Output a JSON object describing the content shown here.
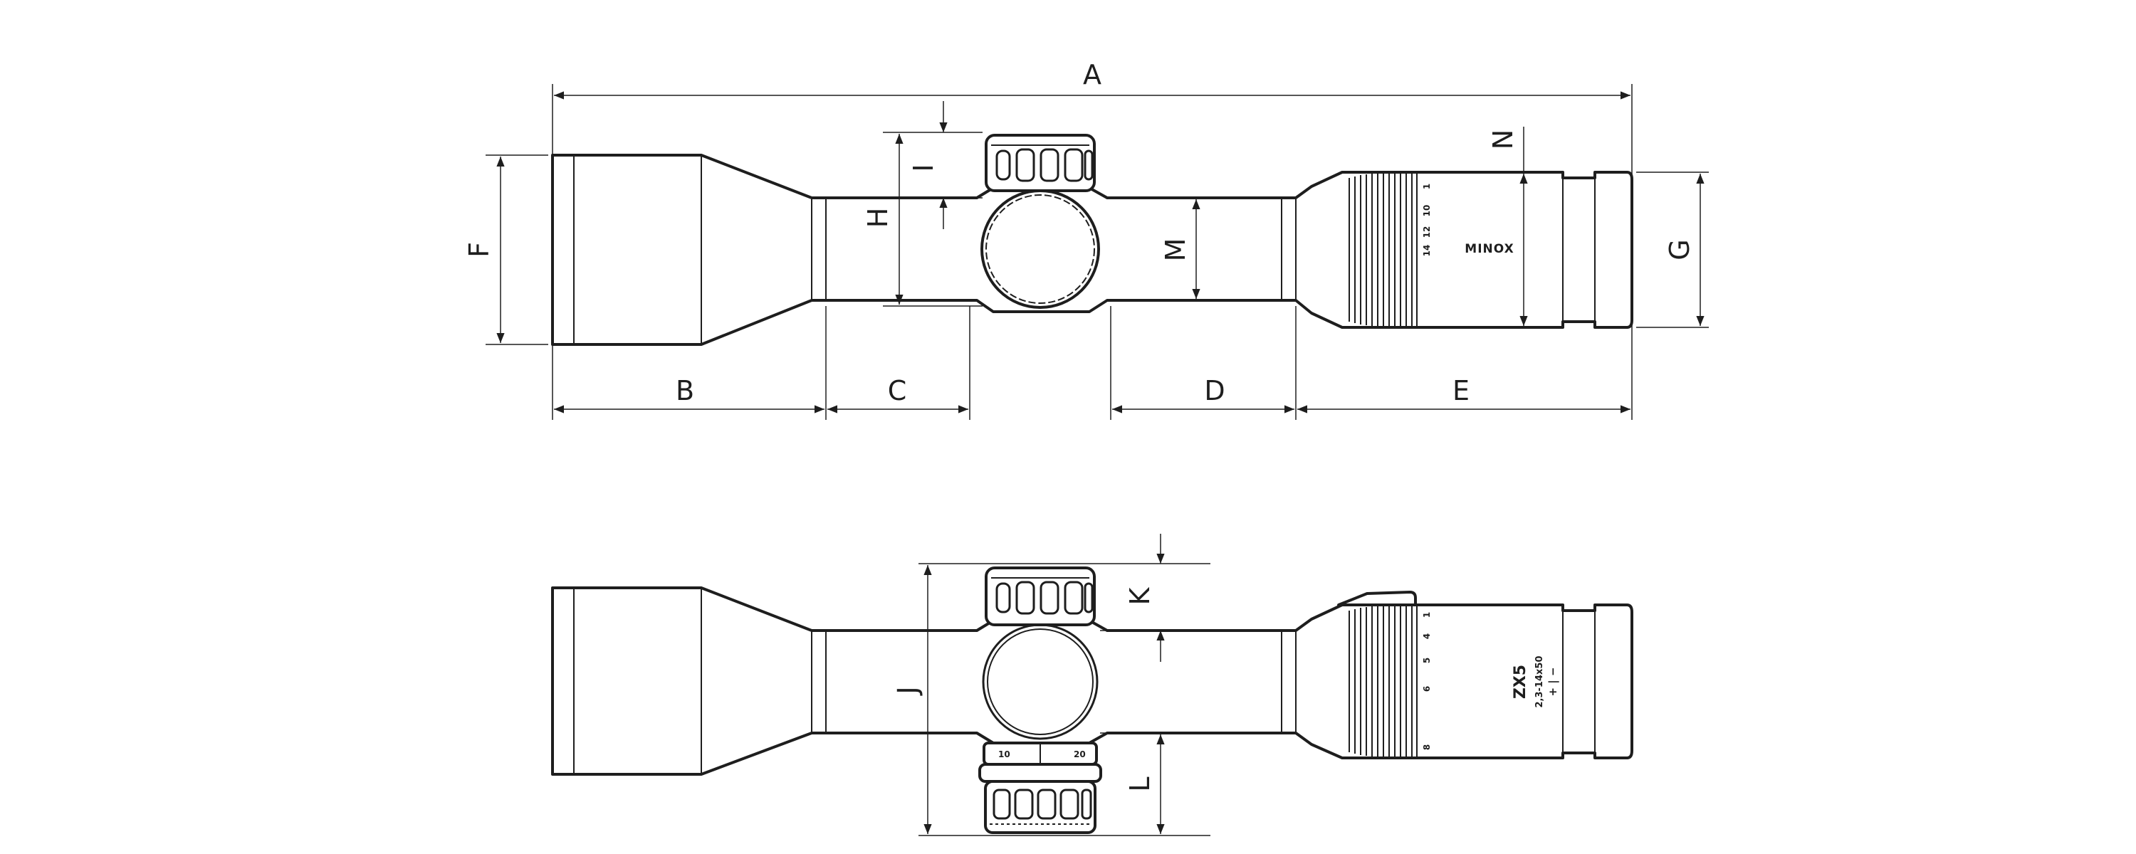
{
  "dimension_labels": {
    "A": "A",
    "B": "B",
    "C": "C",
    "D": "D",
    "E": "E",
    "F": "F",
    "G": "G",
    "H": "H",
    "I": "I",
    "J": "J",
    "K": "K",
    "L": "L",
    "M": "M",
    "N": "N"
  },
  "top_view": {
    "brand": "MINOX",
    "zoom_marks": [
      "14",
      "12",
      "10",
      "1"
    ]
  },
  "side_view": {
    "model": "ZX5",
    "spec": "2,3-14x50",
    "adjust_marks": "+ | −",
    "zoom_marks": [
      "8",
      "6",
      "5",
      "4",
      "1"
    ],
    "turret_marks": [
      "10",
      "20"
    ]
  },
  "colors": {
    "line": "#1e1e1e",
    "background": "#ffffff"
  }
}
